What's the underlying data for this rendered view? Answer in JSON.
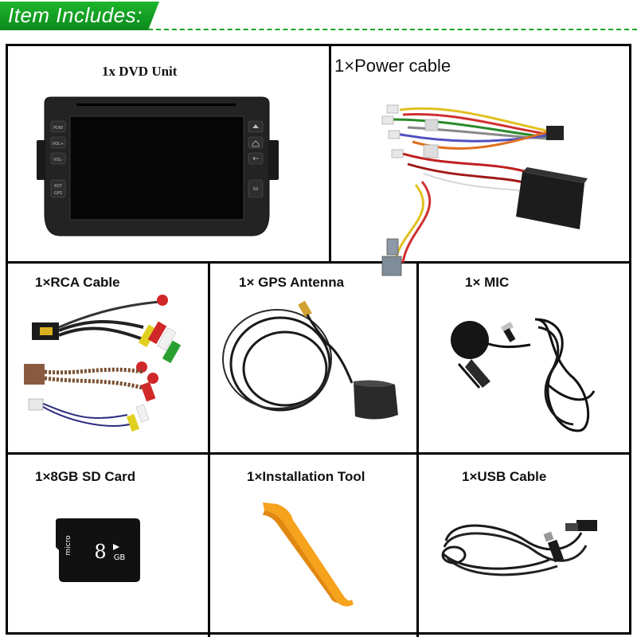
{
  "header": {
    "title": "Item Includes:",
    "accent_color": "#12a024"
  },
  "items": [
    {
      "label": "1x DVD Unit",
      "icon": "dvd-unit-icon"
    },
    {
      "label": "1×Power cable",
      "icon": "power-cable-icon"
    },
    {
      "label": "1×RCA Cable",
      "icon": "rca-cable-icon"
    },
    {
      "label": "1× GPS Antenna",
      "icon": "gps-antenna-icon"
    },
    {
      "label": "1× MIC",
      "icon": "mic-icon"
    },
    {
      "label": "1×8GB SD Card",
      "icon": "sd-card-icon"
    },
    {
      "label": "1×Installation Tool",
      "icon": "installation-tool-icon"
    },
    {
      "label": "1×USB Cable",
      "icon": "usb-cable-icon"
    }
  ],
  "dvd_buttons": [
    "POW",
    "VOL+",
    "VOL-",
    "RST",
    "GPS",
    "SD"
  ],
  "sd_card": {
    "brand": "micro",
    "capacity": "8",
    "unit": "GB"
  }
}
